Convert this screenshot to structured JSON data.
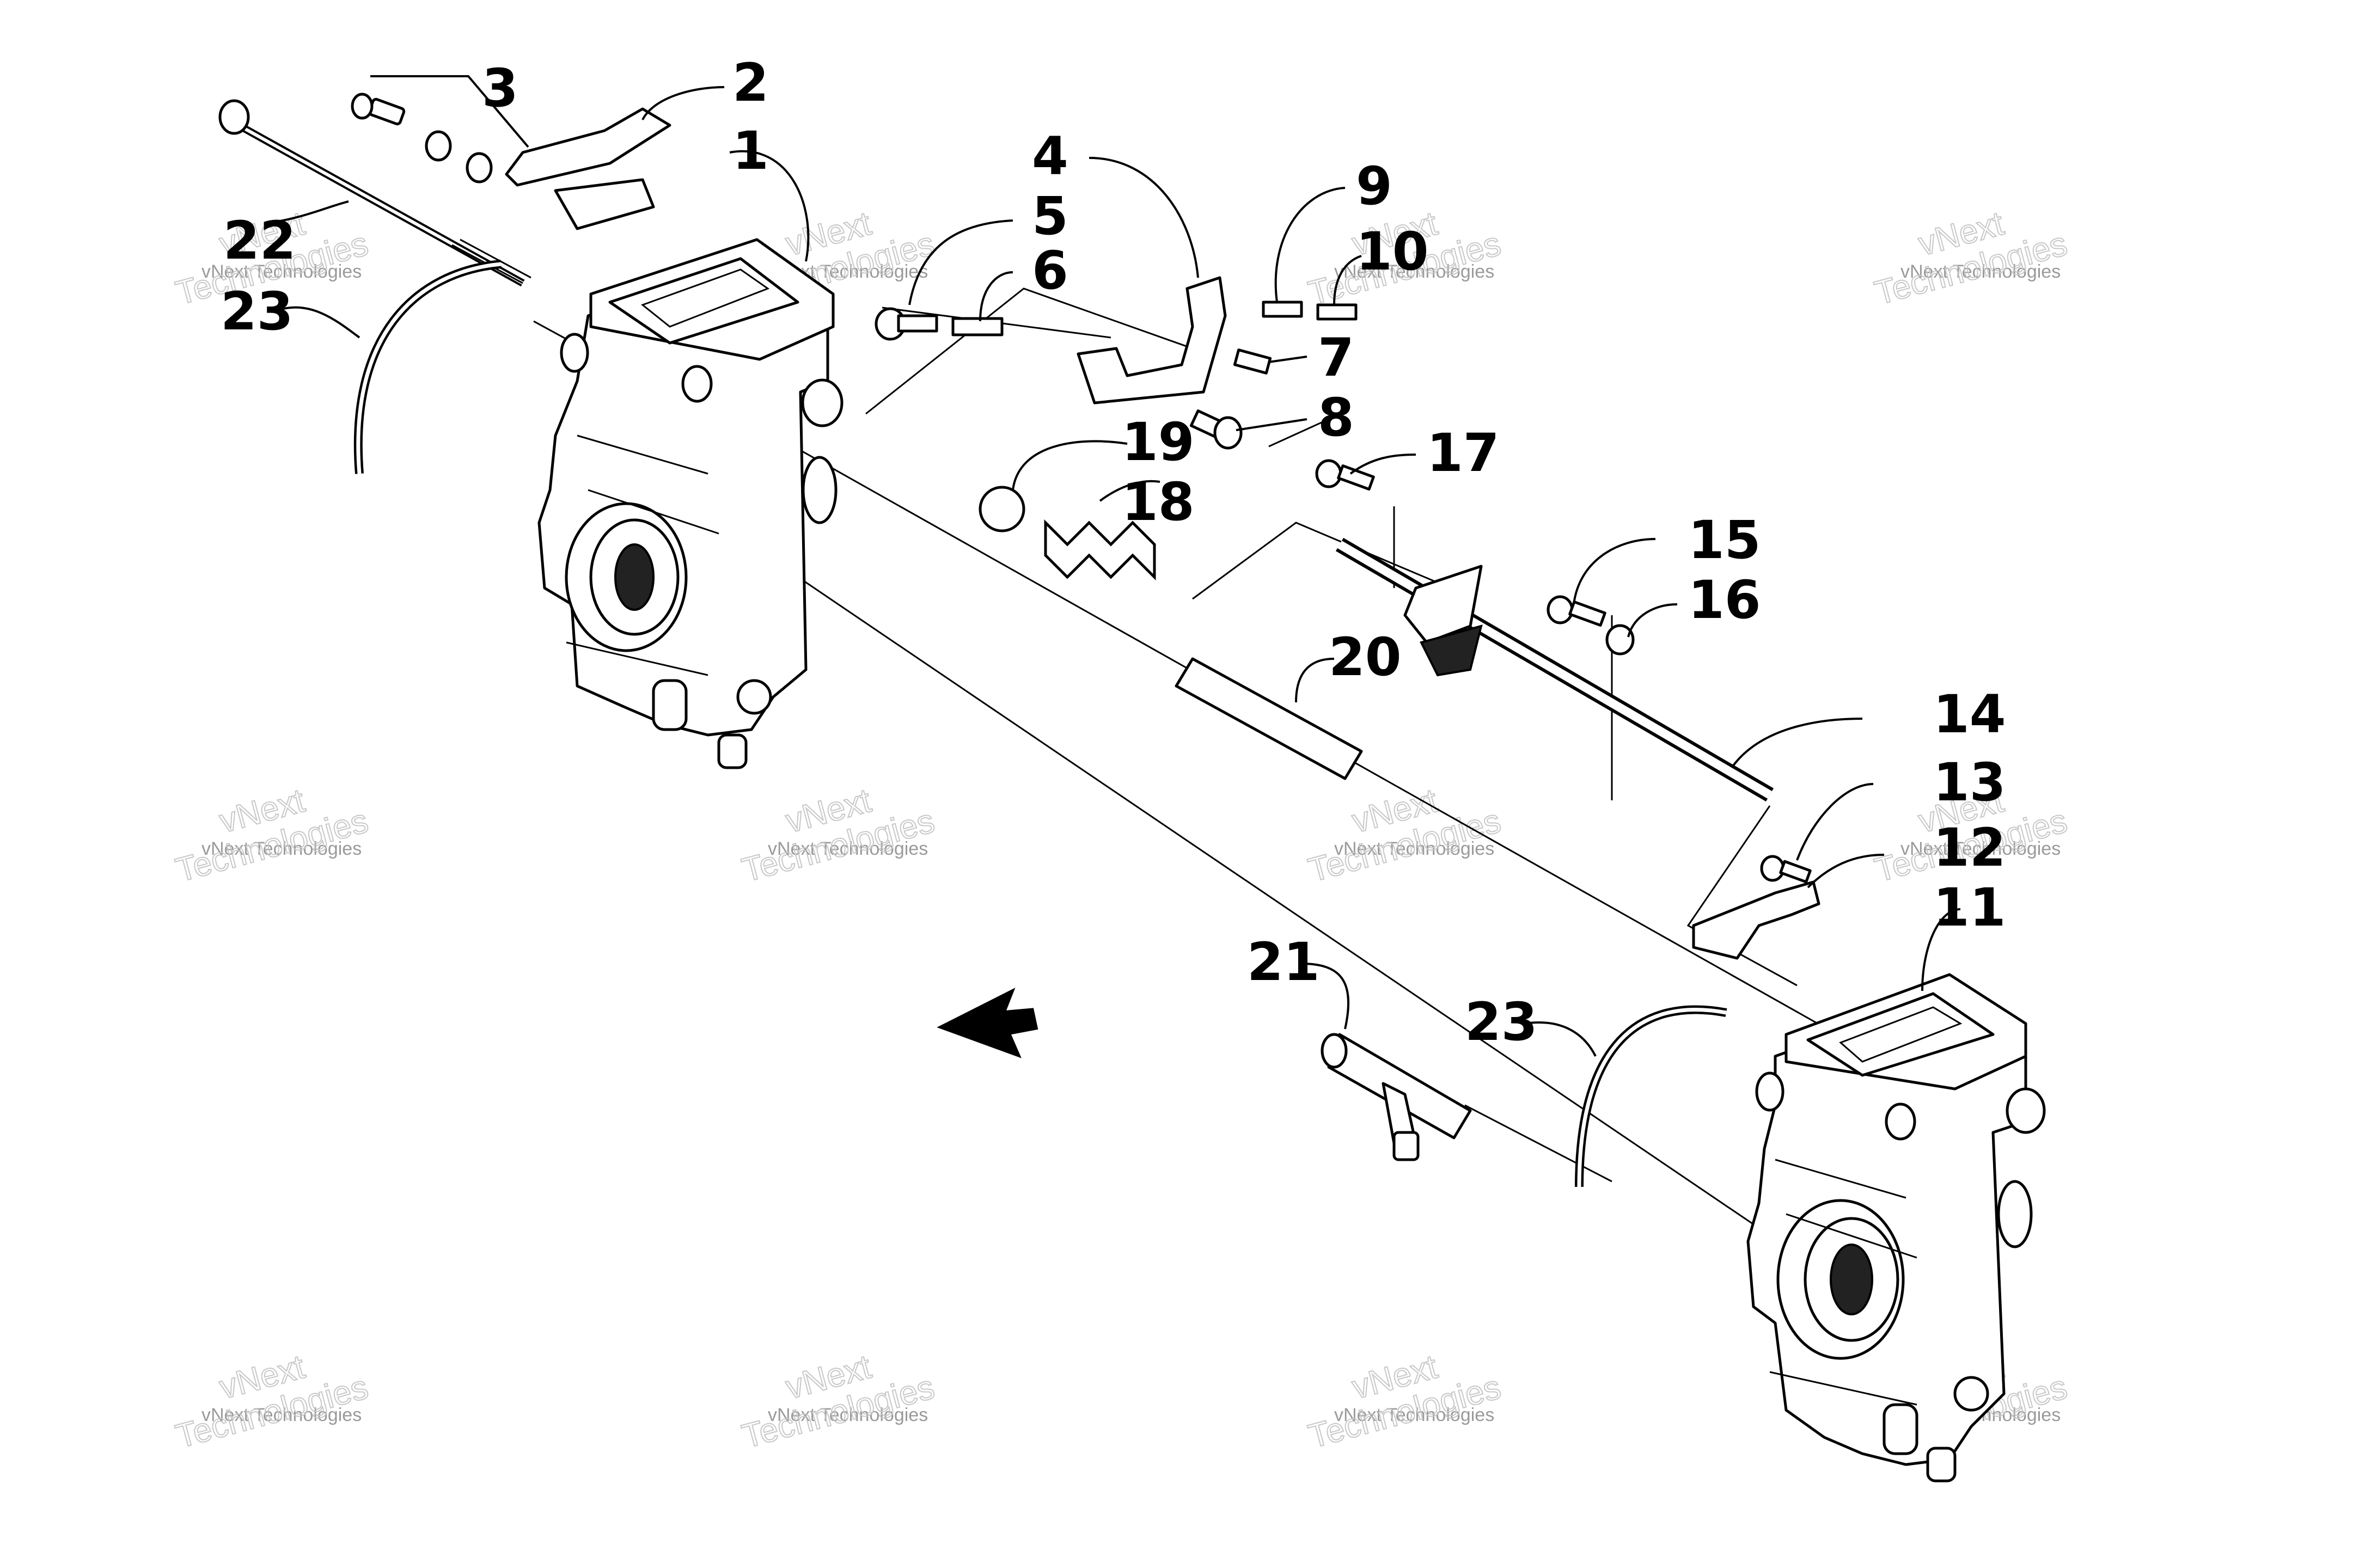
{
  "callouts": [
    "1",
    "2",
    "3",
    "4",
    "5",
    "6",
    "7",
    "8",
    "9",
    "10",
    "11",
    "12",
    "13",
    "14",
    "15",
    "16",
    "17",
    "18",
    "19",
    "20",
    "21",
    "22",
    "23",
    "23"
  ],
  "watermark": {
    "line1": "vNext Technologies",
    "line2": "vNext",
    "line3": "Technologies"
  }
}
